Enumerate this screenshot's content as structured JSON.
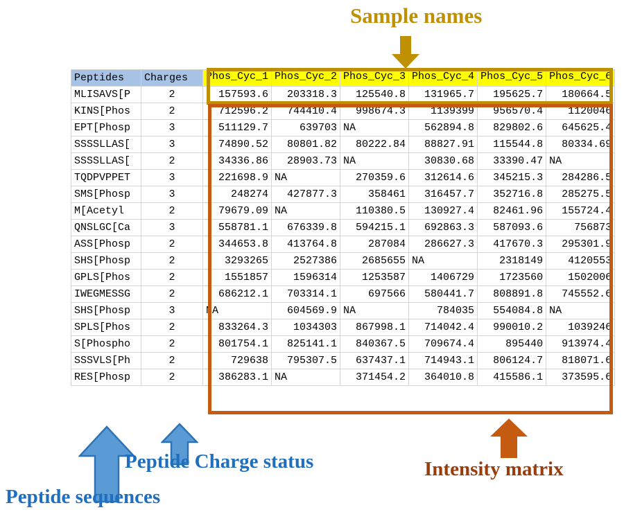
{
  "annotations": {
    "sample_names": "Sample names",
    "peptide_sequences": "Peptide sequences",
    "charge_status": "Peptide Charge status",
    "intensity_matrix": "Intensity matrix"
  },
  "colors": {
    "sample_names_accent": "#bf9000",
    "peptide_accent": "#1f6fbe",
    "intensity_accent": "#c55a11",
    "header_left_bg": "#a6c3e5",
    "header_sample_bg": "#ffff00"
  },
  "table": {
    "headers": {
      "peptides": "Peptides",
      "charges": "Charges",
      "samples": [
        "Phos_Cyc_1",
        "Phos_Cyc_2",
        "Phos_Cyc_3",
        "Phos_Cyc_4",
        "Phos_Cyc_5",
        "Phos_Cyc_6"
      ]
    },
    "rows": [
      {
        "peptide": "MLISAVS[P",
        "charge": "2",
        "values": [
          "157593.6",
          "203318.3",
          "125540.8",
          "131965.7",
          "195625.7",
          "180664.5"
        ]
      },
      {
        "peptide": "KINS[Phos",
        "charge": "2",
        "values": [
          "712596.2",
          "744410.4",
          "998674.3",
          "1139399",
          "956570.4",
          "1120046"
        ]
      },
      {
        "peptide": "EPT[Phosp",
        "charge": "3",
        "values": [
          "511129.7",
          "639703",
          "NA",
          "562894.8",
          "829802.6",
          "645625.4"
        ]
      },
      {
        "peptide": "SSSSLLAS[",
        "charge": "3",
        "values": [
          "74890.52",
          "80801.82",
          "80222.84",
          "88827.91",
          "115544.8",
          "80334.69"
        ]
      },
      {
        "peptide": "SSSSLLAS[",
        "charge": "2",
        "values": [
          "34336.86",
          "28903.73",
          "NA",
          "30830.68",
          "33390.47",
          "NA"
        ]
      },
      {
        "peptide": "TQDPVPPET",
        "charge": "3",
        "values": [
          "221698.9",
          "NA",
          "270359.6",
          "312614.6",
          "345215.3",
          "284286.5"
        ]
      },
      {
        "peptide": "SMS[Phosp",
        "charge": "3",
        "values": [
          "248274",
          "427877.3",
          "358461",
          "316457.7",
          "352716.8",
          "285275.5"
        ]
      },
      {
        "peptide": "M[Acetyl",
        "charge": "2",
        "values": [
          "79679.09",
          "NA",
          "110380.5",
          "130927.4",
          "82461.96",
          "155724.4"
        ]
      },
      {
        "peptide": "QNSLGC[Ca",
        "charge": "3",
        "values": [
          "558781.1",
          "676339.8",
          "594215.1",
          "692863.3",
          "587093.6",
          "756873"
        ]
      },
      {
        "peptide": "ASS[Phosp",
        "charge": "2",
        "values": [
          "344653.8",
          "413764.8",
          "287084",
          "286627.3",
          "417670.3",
          "295301.9"
        ]
      },
      {
        "peptide": "SHS[Phosp",
        "charge": "2",
        "values": [
          "3293265",
          "2527386",
          "2685655",
          "NA",
          "2318149",
          "4120553"
        ]
      },
      {
        "peptide": "GPLS[Phos",
        "charge": "2",
        "values": [
          "1551857",
          "1596314",
          "1253587",
          "1406729",
          "1723560",
          "1502006"
        ]
      },
      {
        "peptide": "IWEGMESSG",
        "charge": "2",
        "values": [
          "686212.1",
          "703314.1",
          "697566",
          "580441.7",
          "808891.8",
          "745552.6"
        ]
      },
      {
        "peptide": "SHS[Phosp",
        "charge": "3",
        "values": [
          "NA",
          "604569.9",
          "NA",
          "784035",
          "554084.8",
          "NA"
        ]
      },
      {
        "peptide": "SPLS[Phos",
        "charge": "2",
        "values": [
          "833264.3",
          "1034303",
          "867998.1",
          "714042.4",
          "990010.2",
          "1039246"
        ]
      },
      {
        "peptide": "S[Phospho",
        "charge": "2",
        "values": [
          "801754.1",
          "825141.1",
          "840367.5",
          "709674.4",
          "895440",
          "913974.4"
        ]
      },
      {
        "peptide": "SSSVLS[Ph",
        "charge": "2",
        "values": [
          "729638",
          "795307.5",
          "637437.1",
          "714943.1",
          "806124.7",
          "818071.6"
        ]
      },
      {
        "peptide": "RES[Phosp",
        "charge": "2",
        "values": [
          "386283.1",
          "NA",
          "371454.2",
          "364010.8",
          "415586.1",
          "373595.6"
        ]
      }
    ]
  }
}
